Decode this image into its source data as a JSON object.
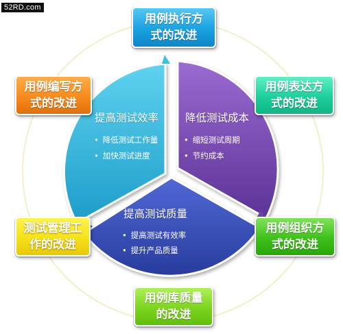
{
  "watermark": "52RD.com",
  "segments": [
    {
      "title": "提高测试效率",
      "bullets": [
        "降低测试工作量",
        "加快测试进度"
      ],
      "color": "#35b6dc"
    },
    {
      "title": "降低测试成本",
      "bullets": [
        "缩短测试周期",
        "节约成本"
      ],
      "color": "#7c4cb2"
    },
    {
      "title": "提高测试质量",
      "bullets": [
        "提高测试有效率",
        "提升产品质量"
      ],
      "color": "#3b4fb8"
    }
  ],
  "boxes": {
    "top": {
      "text": "用例执行方\n式的改进",
      "color": "#1ba4e2"
    },
    "tr": {
      "text": "用例表达方\n式的改进",
      "color": "#1fd09c"
    },
    "br": {
      "text": "用例组织方\n式的改进",
      "color": "#3ec01b"
    },
    "bottom": {
      "text": "用例库质量\n的改进",
      "color": "#7bd41f"
    },
    "bl": {
      "text": "测试管理工\n作的改进",
      "color": "#f5e01a"
    },
    "tl": {
      "text": "用例编写方\n式的改进",
      "color": "#f78a1c"
    }
  },
  "ring_color": "#f2f0c8"
}
